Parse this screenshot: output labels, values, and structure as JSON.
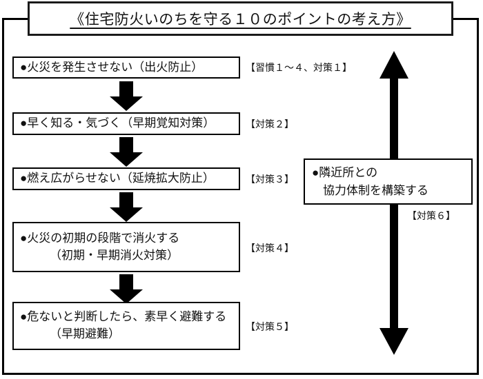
{
  "title": {
    "text": "《住宅防火いのちを守る１０のポイントの考え方》"
  },
  "steps": [
    {
      "line1": "●火災を発生させない（出火防止）",
      "line2": "",
      "tag": "【習慣１～４、対策１】"
    },
    {
      "line1": "●早く知る・気づく（早期覚知対策）",
      "line2": "",
      "tag": "【対策２】"
    },
    {
      "line1": "●燃え広がらせない（延焼拡大防止）",
      "line2": "",
      "tag": "【対策３】"
    },
    {
      "line1": "●火災の初期の段階で消火する",
      "line2": "（初期・早期消火対策）",
      "tag": "【対策４】"
    },
    {
      "line1": "●危ないと判断したら、素早く避難する",
      "line2": "（早期避難）",
      "tag": "【対策５】"
    }
  ],
  "neighbor": {
    "line1": "●隣近所との",
    "line2": "協力体制を構築する",
    "tag": "【対策６】"
  },
  "arrows": {
    "step_arrow_icon": "down-block-arrow-icon",
    "double_arrow_icon": "double-headed-vertical-arrow-icon"
  },
  "colors": {
    "ink": "#000000",
    "background": "#ffffff"
  }
}
